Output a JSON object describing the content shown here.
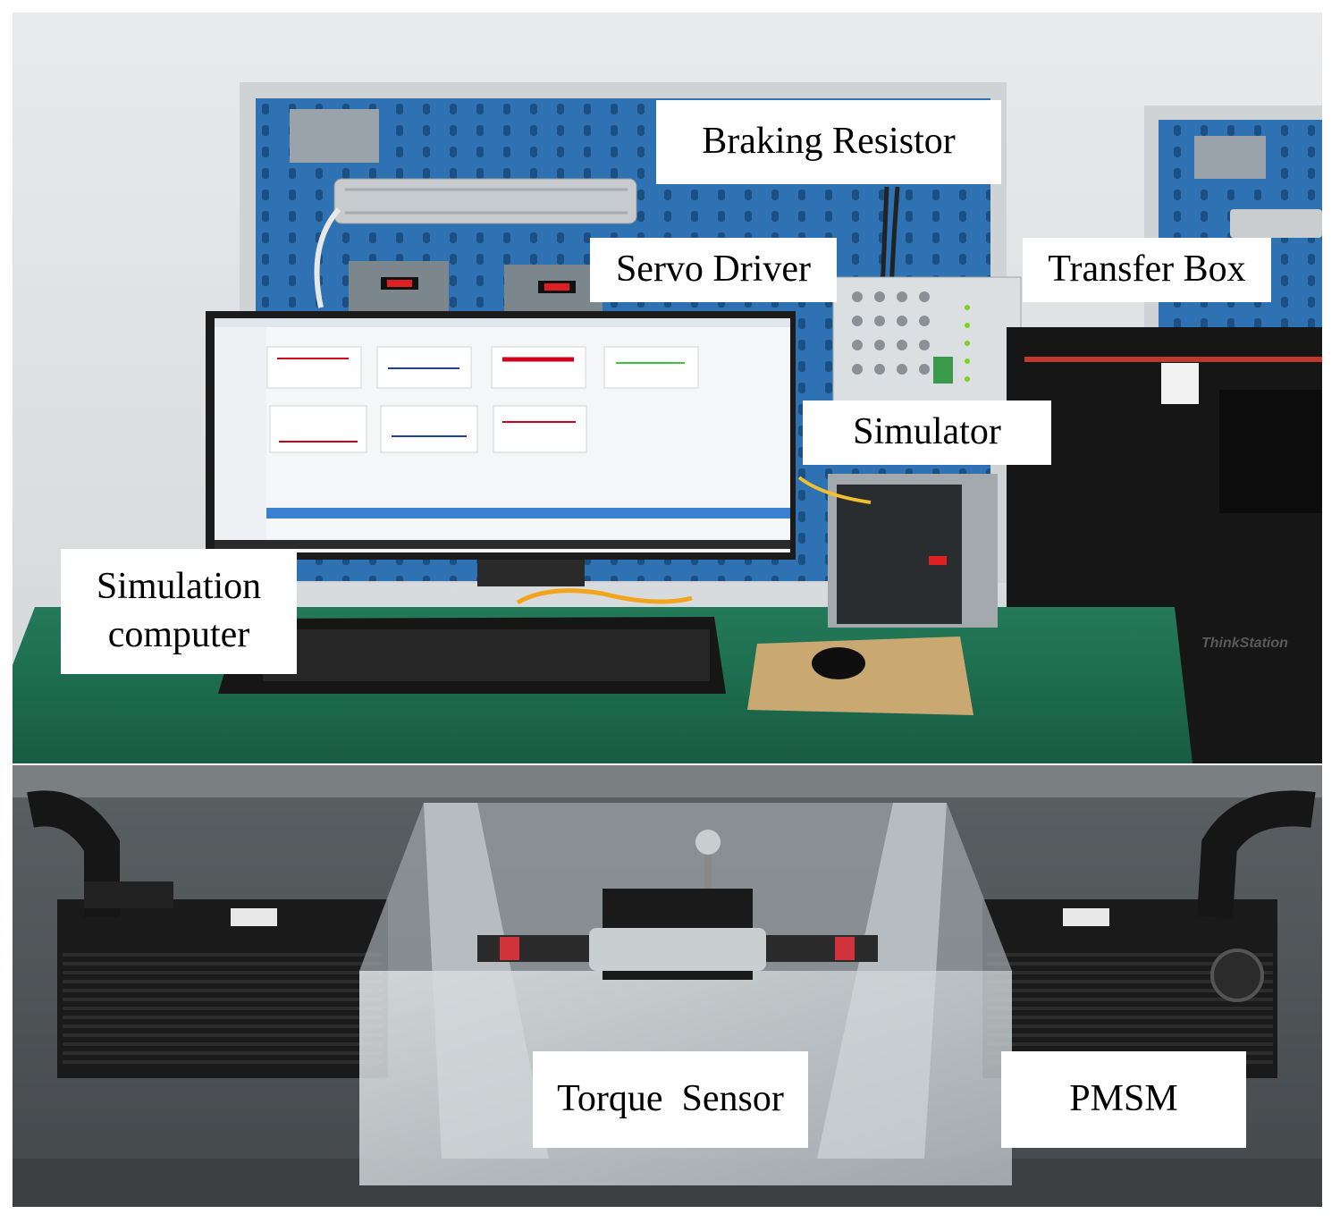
{
  "labels": {
    "braking_resistor": "Braking Resistor",
    "servo_driver": "Servo Driver",
    "transfer_box": "Transfer Box",
    "simulator": "Simulator",
    "simulation_computer_line1": "Simulation",
    "simulation_computer_line2": "computer",
    "torque_sensor": "Torque  Sensor",
    "pmsm": "PMSM"
  },
  "colors": {
    "pegboard": "#2f72b3",
    "desk": "#1f6b4f",
    "floor": "#55595c",
    "motor": "#1a1a1a",
    "label_bg": "#ffffff"
  }
}
